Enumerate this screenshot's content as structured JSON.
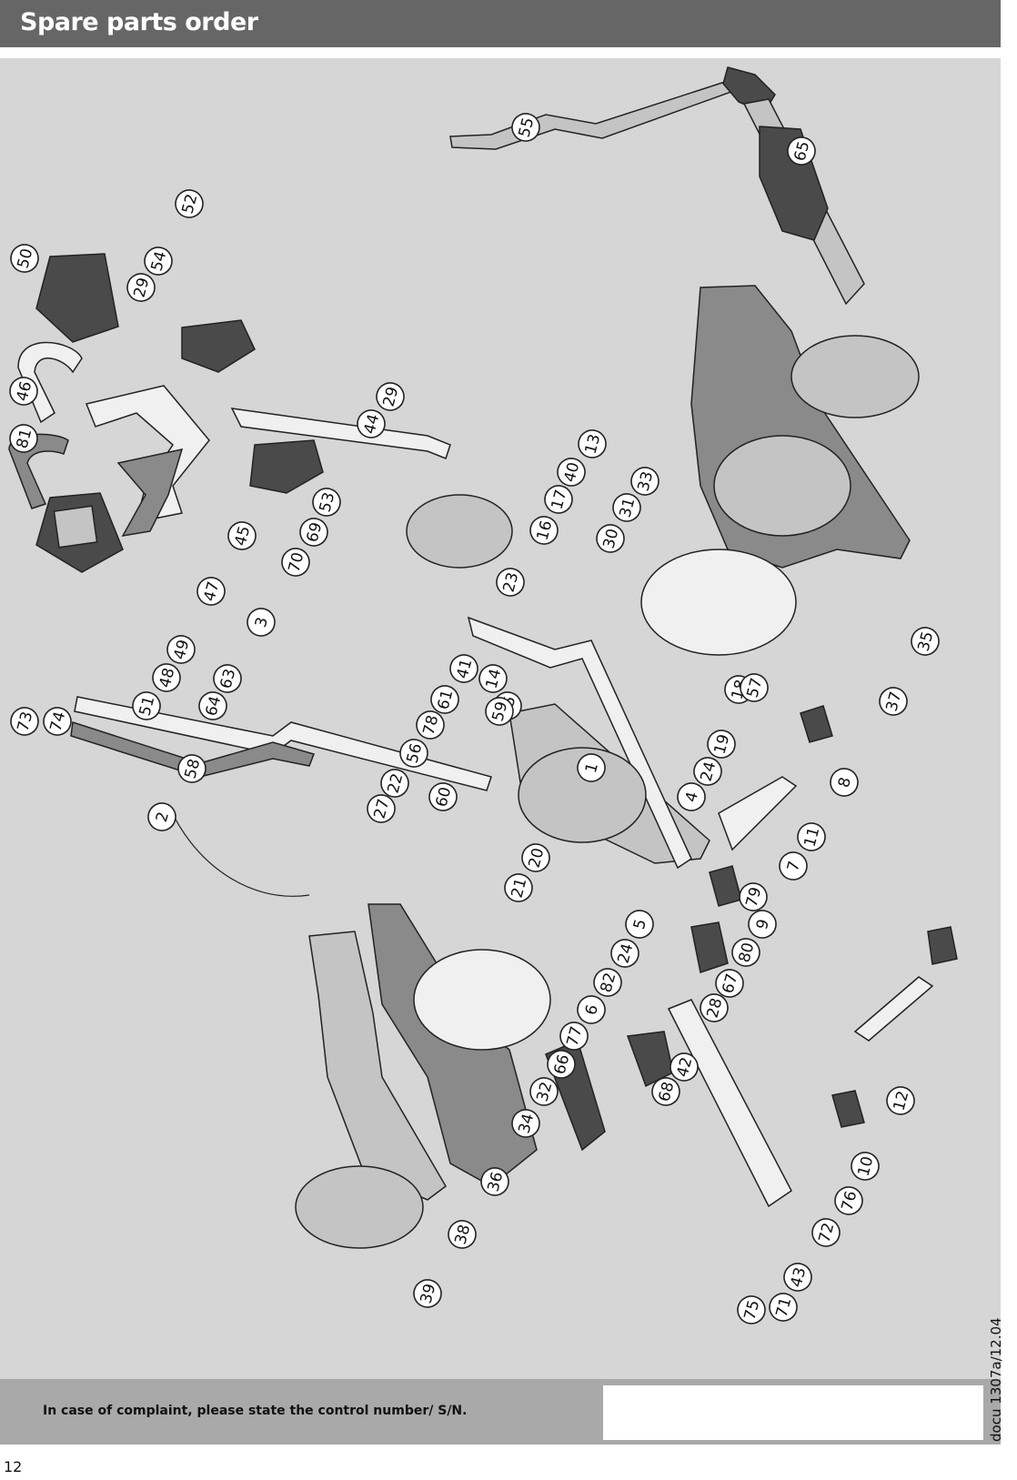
{
  "header": {
    "title": "Spare parts order"
  },
  "diagram": {
    "callouts": [
      "1",
      "2",
      "3",
      "4",
      "5",
      "6",
      "7",
      "8",
      "9",
      "10",
      "11",
      "12",
      "13",
      "14",
      "15",
      "16",
      "17",
      "18",
      "19",
      "20",
      "21",
      "22",
      "23",
      "24",
      "24",
      "27",
      "28",
      "29",
      "29",
      "30",
      "31",
      "32",
      "33",
      "34",
      "35",
      "36",
      "37",
      "38",
      "39",
      "40",
      "41",
      "42",
      "43",
      "44",
      "45",
      "46",
      "47",
      "48",
      "49",
      "50",
      "51",
      "52",
      "53",
      "54",
      "55",
      "56",
      "57",
      "58",
      "59",
      "60",
      "61",
      "63",
      "64",
      "65",
      "66",
      "67",
      "68",
      "69",
      "70",
      "71",
      "72",
      "73",
      "74",
      "75",
      "76",
      "77",
      "78",
      "79",
      "80",
      "81",
      "82"
    ]
  },
  "footer": {
    "complaint_text": "In case of complaint, please state the control number/ S/N.",
    "serial_box": ""
  },
  "page_number": "12",
  "doc_code": "docu 1307a/12.04"
}
